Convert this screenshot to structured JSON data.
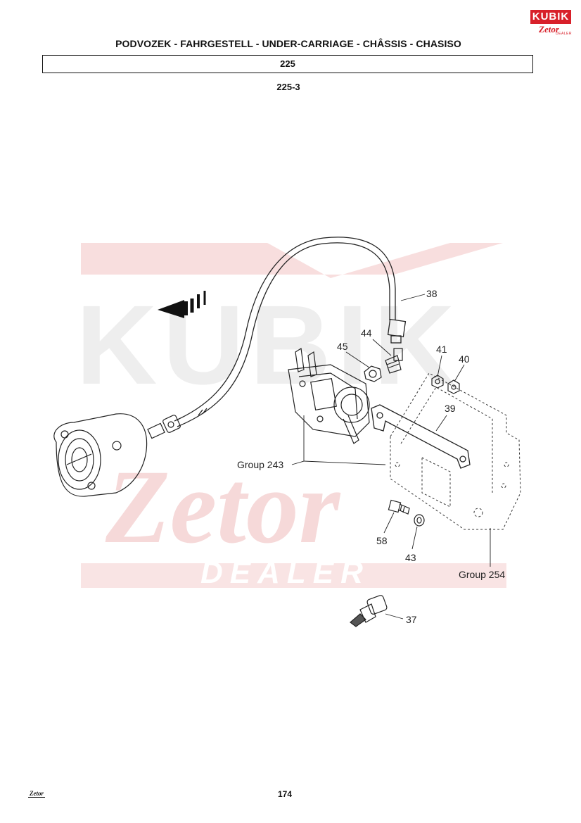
{
  "header": {
    "title": "PODVOZEK - FAHRGESTELL - UNDER-CARRIAGE - CHÂSSIS - CHASISO",
    "group": "225",
    "subgroup": "225-3"
  },
  "logo": {
    "brand": "KUBIK",
    "maker": "Zetor",
    "tag": "DEALER"
  },
  "watermark": {
    "brand": "KUBIK",
    "maker": "Zetor",
    "tag": "DEALER"
  },
  "callouts": {
    "p38": "38",
    "p44": "44",
    "p45": "45",
    "p41": "41",
    "p40": "40",
    "p39": "39",
    "group243": "Group 243",
    "p58": "58",
    "p43": "43",
    "group254": "Group 254",
    "p37": "37"
  },
  "footer": {
    "maker": "Zetor",
    "page_number": "174"
  },
  "colors": {
    "watermark_red": "#f6d6d6",
    "watermark_gray": "#ececec",
    "logo_red": "#d8202a",
    "line": "#222222"
  }
}
